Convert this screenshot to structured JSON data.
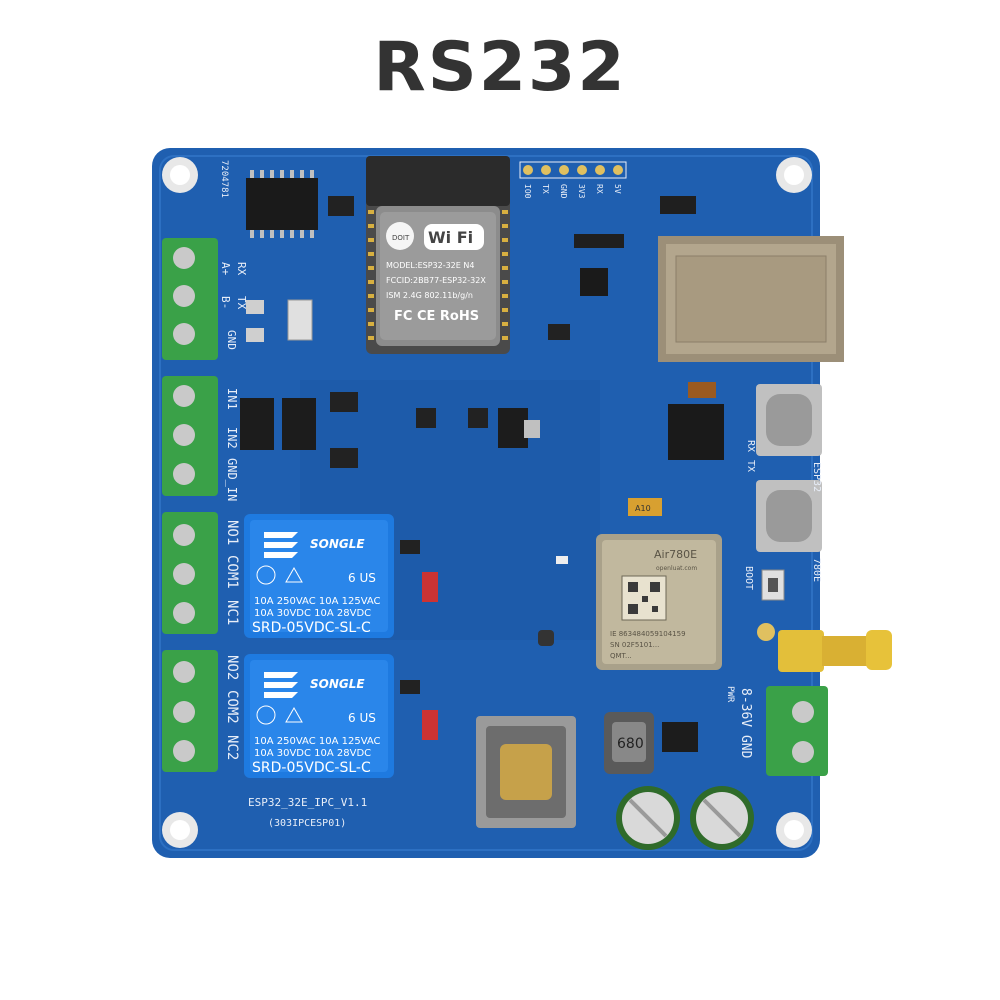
{
  "title": "RS232",
  "colors": {
    "pcb": "#1f5fb0",
    "pcb_dark": "#174c91",
    "terminal_green": "#3aa148",
    "relay_blue": "#1e7ae0",
    "module_gray": "#6f6f6f",
    "copper": "#d8b040",
    "brass": "#e7c23a"
  },
  "board": {
    "silkscreen_name": "ESP32_32E_IPC_V1.1",
    "silkscreen_code": "(303IPCESP01)",
    "serial": "7204781",
    "header_pins": [
      "IO0",
      "TX",
      "GND",
      "3V3",
      "RX",
      "5V"
    ],
    "left_labels": {
      "rs_a": "RX",
      "rs_a2": "A+",
      "rs_tx": "TX",
      "rs_b": "B-",
      "rs_gnd": "GND",
      "in1": "IN1",
      "in2": "IN2",
      "gnd_in": "GND_IN",
      "no1": "NO1",
      "com1": "COM1",
      "nc1": "NC1",
      "no2": "NO2",
      "com2": "COM2",
      "nc2": "NC2"
    },
    "right_labels": {
      "esp32": "ESP32",
      "u780e": "780E",
      "boot": "BOOT",
      "rx_port": "RX",
      "tx_port": "TX",
      "power": "8-36V GND",
      "pwr": "PWR"
    },
    "wifi_module": {
      "brand": "Wi Fi",
      "model": "MODEL:ESP32-32E  N4",
      "fccid": "FCCID:2BB77-ESP32-32X",
      "ism": "ISM 2.4G 802.11b/g/n",
      "certs": "FC CE RoHS",
      "logo": "DOIT"
    },
    "relays": [
      {
        "brand": "SONGLE",
        "r1": "10A 250VAC  10A 125VAC",
        "r2": "10A  30VDC  10A  28VDC",
        "model": "SRD-05VDC-SL-C",
        "mark": "6 US"
      },
      {
        "brand": "SONGLE",
        "r1": "10A 250VAC  10A 125VAC",
        "r2": "10A  30VDC  10A  28VDC",
        "model": "SRD-05VDC-SL-C",
        "mark": "6 US"
      }
    ],
    "cellular_module": {
      "name": "Air780E",
      "site": "openluat.com",
      "imei": "IE 863484059104159",
      "sn": "SN 02F5101...",
      "line3": "QMT..."
    },
    "inductor": "680",
    "cap_tag": "A10"
  }
}
